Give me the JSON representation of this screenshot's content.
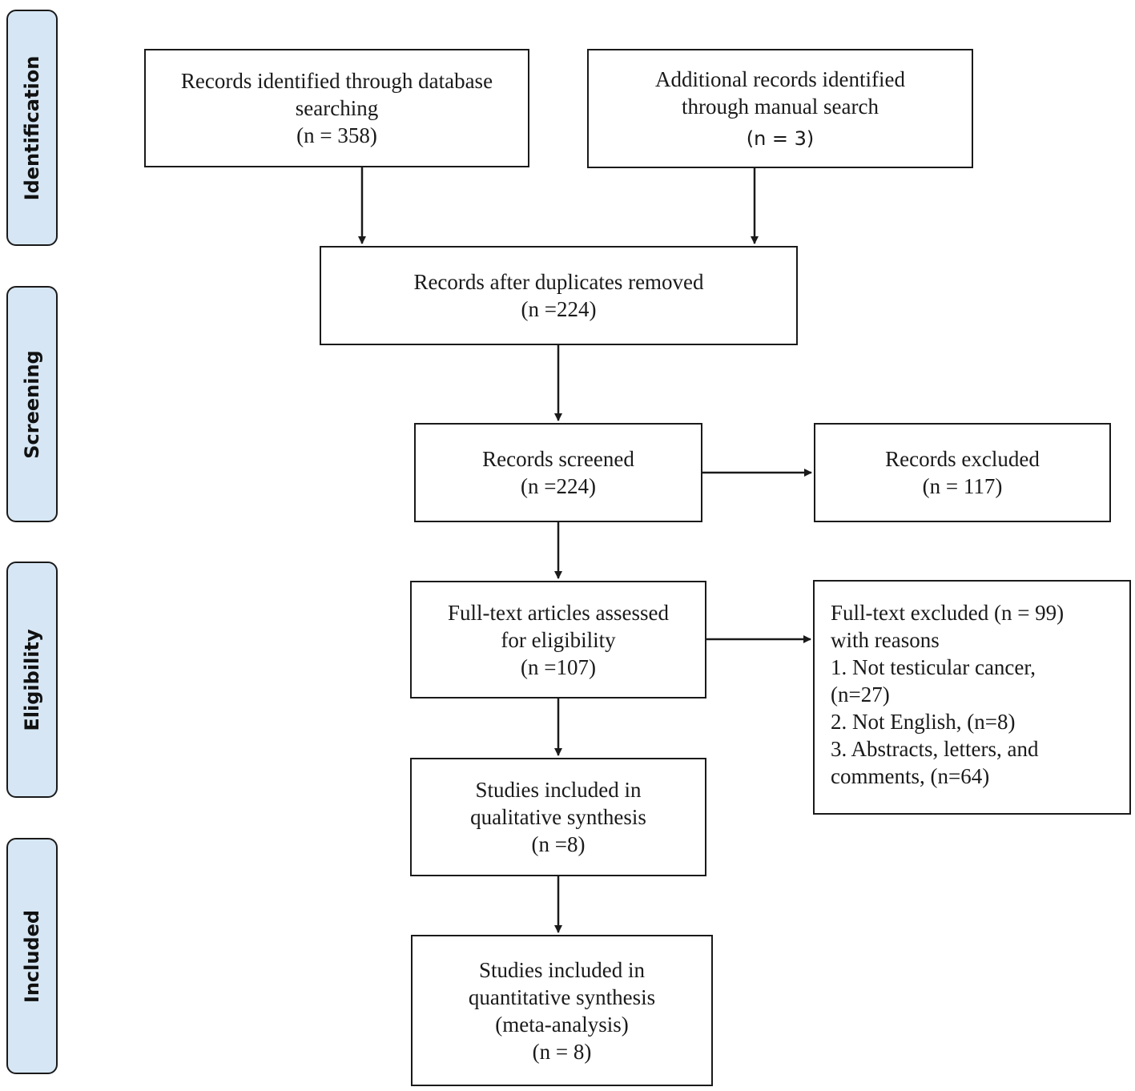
{
  "stages": {
    "identification": "Identification",
    "screening": "Screening",
    "eligibility": "Eligibility",
    "included": "Included"
  },
  "boxes": {
    "database": {
      "line1": "Records identified through database",
      "line2": "searching",
      "line3": "(n = 358)"
    },
    "manual": {
      "line1": "Additional records identified",
      "line2": "through manual search",
      "line3": "(n = 3)"
    },
    "duplicates": {
      "line1": "Records after duplicates removed",
      "line2": "(n =224)"
    },
    "screened": {
      "line1": "Records screened",
      "line2": "(n =224)"
    },
    "excluded": {
      "line1": "Records excluded",
      "line2": "(n = 117)"
    },
    "fulltext": {
      "line1": "Full-text articles assessed",
      "line2": "for eligibility",
      "line3": "(n =107)"
    },
    "fulltext_excluded": {
      "line1": "Full-text excluded (n = 99)",
      "line2": "with reasons",
      "line3": "1. Not testicular cancer,",
      "line4": "(n=27)",
      "line5": "2. Not English, (n=8)",
      "line6": "3. Abstracts, letters, and",
      "line7": "comments, (n=64)"
    },
    "qualitative": {
      "line1": "Studies included in",
      "line2": "qualitative synthesis",
      "line3": "(n =8)"
    },
    "quantitative": {
      "line1": "Studies included in",
      "line2": "quantitative synthesis",
      "line3": "(meta-analysis)",
      "line4": "(n = 8)"
    }
  },
  "colors": {
    "stage_fill": "#d6e6f4",
    "stroke": "#1a1a1a"
  }
}
